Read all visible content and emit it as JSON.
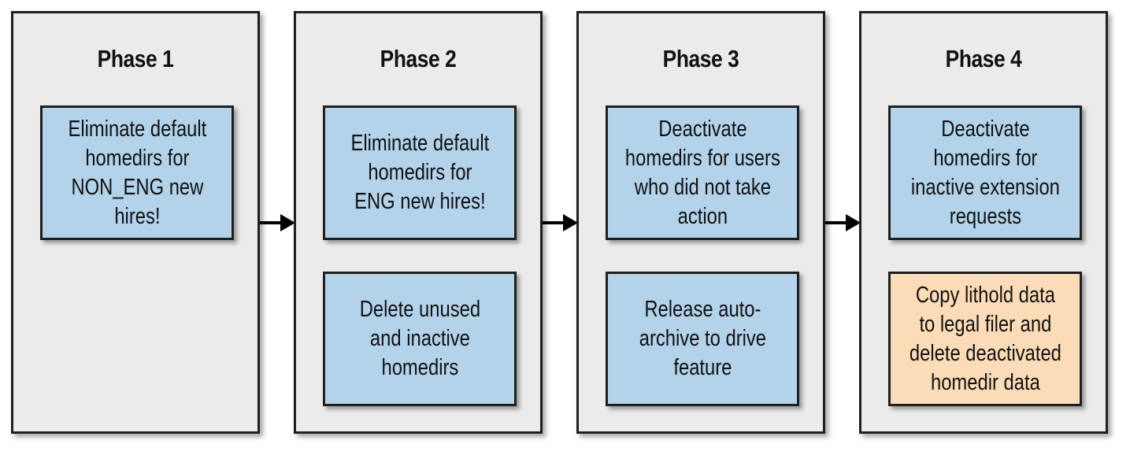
{
  "phases": [
    {
      "title": "Phase 1",
      "tasks": [
        {
          "text": "Eliminate default\nhomedirs for\nNON_ENG new\nhires!",
          "status": "standard"
        }
      ]
    },
    {
      "title": "Phase 2",
      "tasks": [
        {
          "text": "Eliminate default\nhomedirs for\nENG new hires!",
          "status": "standard"
        },
        {
          "text": "Delete unused\nand inactive\nhomedirs",
          "status": "standard"
        }
      ]
    },
    {
      "title": "Phase 3",
      "tasks": [
        {
          "text": "Deactivate\nhomedirs for users\nwho did not take\naction",
          "status": "standard"
        },
        {
          "text": "Release auto-\narchive to drive\nfeature",
          "status": "standard"
        }
      ]
    },
    {
      "title": "Phase 4",
      "tasks": [
        {
          "text": "Deactivate\nhomedirs for\ninactive extension\nrequests",
          "status": "standard"
        },
        {
          "text": "Copy lithold data\nto legal filer and\ndelete deactivated\nhomedir data",
          "status": "highlighted"
        }
      ]
    }
  ],
  "colors": {
    "phase_fill": "#ebebeb",
    "task_fill": "#b3d3ea",
    "highlight_fill": "#fbdcb6",
    "border": "#1f1f1f"
  }
}
